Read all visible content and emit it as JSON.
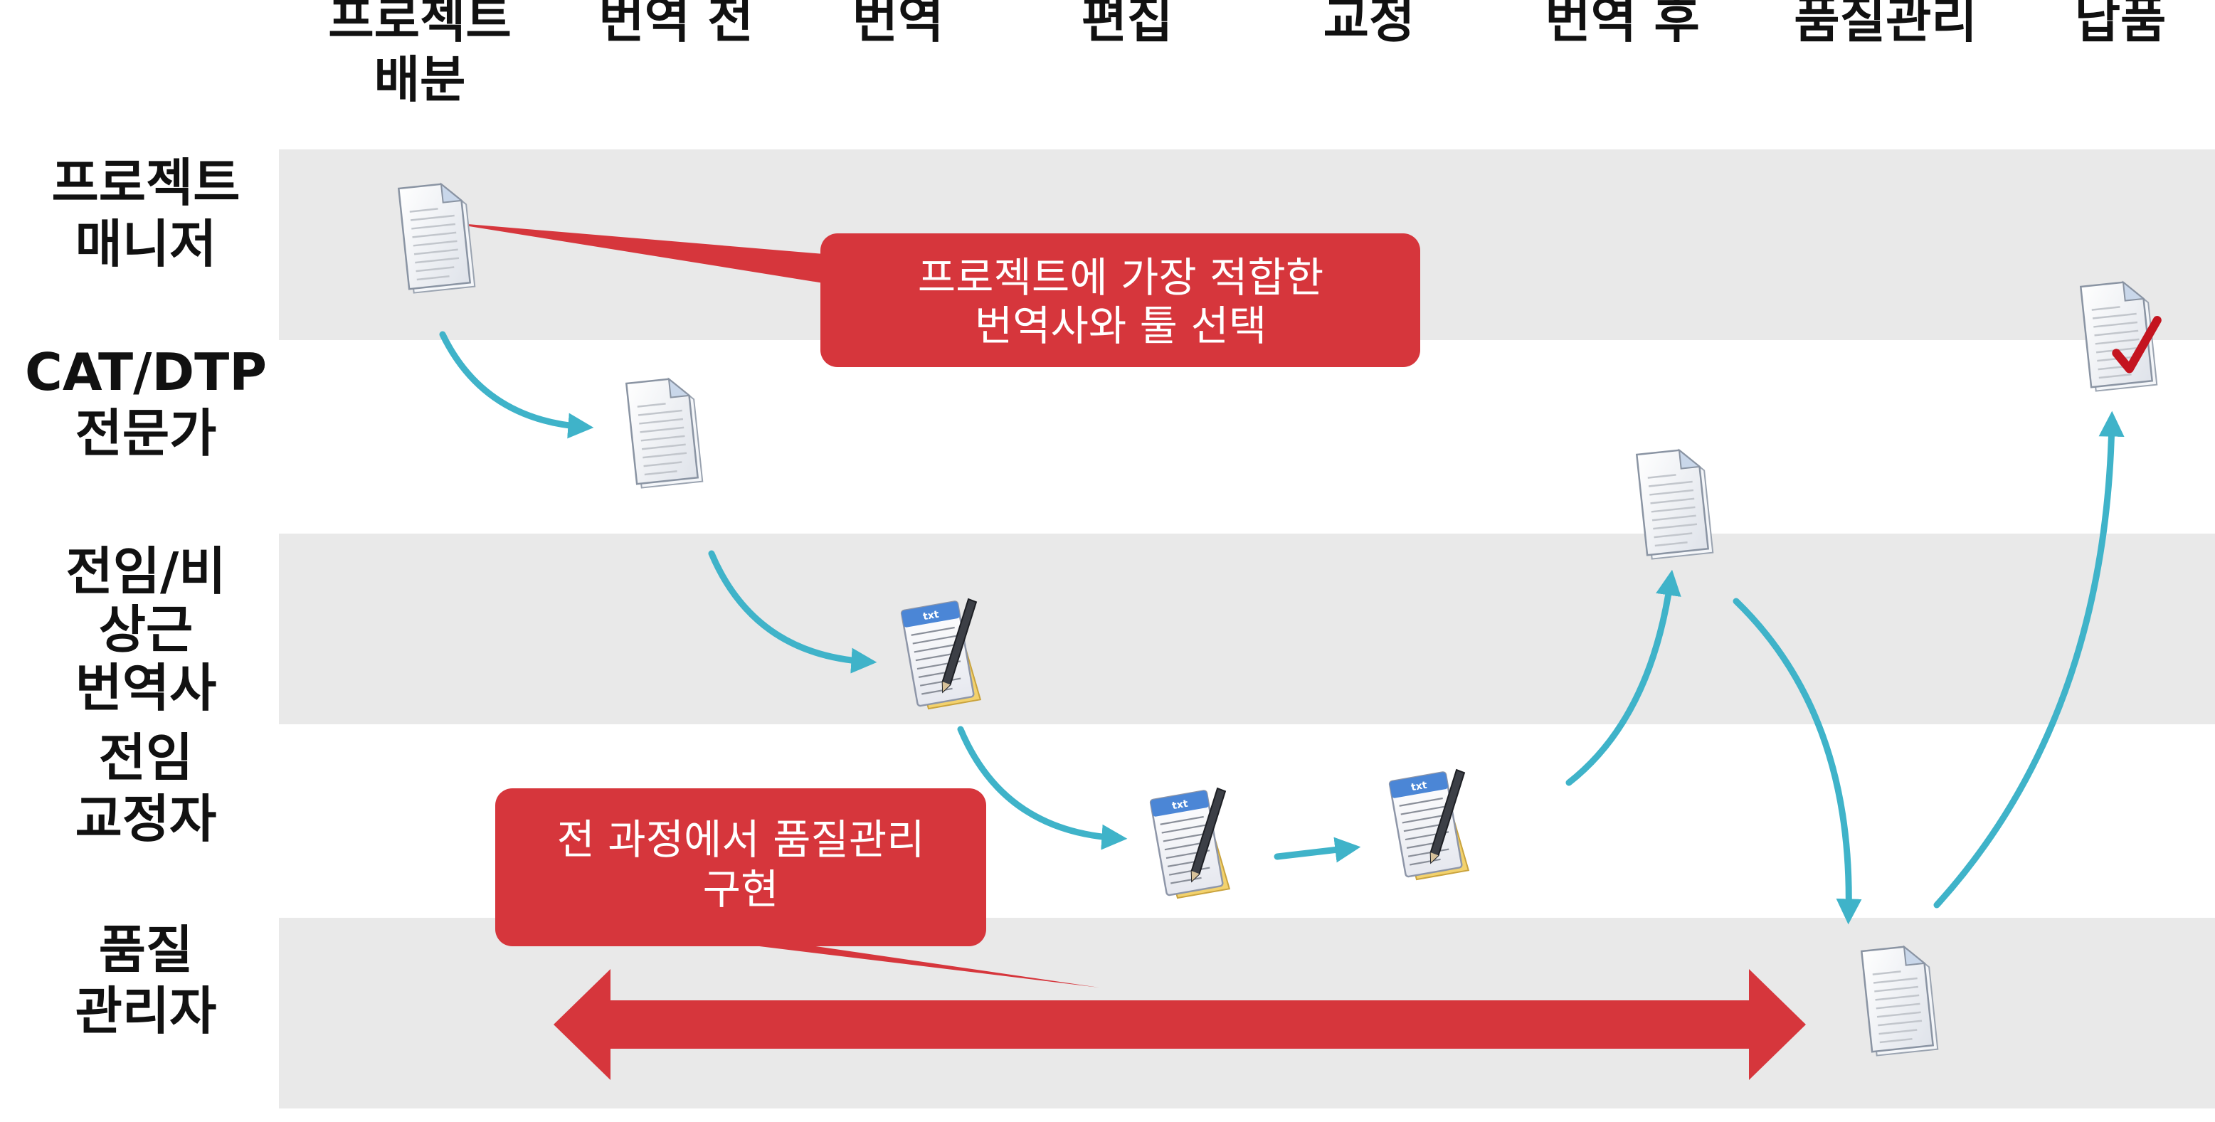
{
  "stages": [
    {
      "lines": [
        "프로젝트",
        "배분"
      ]
    },
    {
      "lines": [
        "번역 전"
      ]
    },
    {
      "lines": [
        "번역"
      ]
    },
    {
      "lines": [
        "편집"
      ]
    },
    {
      "lines": [
        "교정"
      ]
    },
    {
      "lines": [
        "번역 후"
      ]
    },
    {
      "lines": [
        "품질관리"
      ]
    },
    {
      "lines": [
        "납품"
      ]
    }
  ],
  "roles": [
    {
      "lines": [
        "프로젝트",
        "매니저"
      ]
    },
    {
      "lines": [
        "CAT/DTP",
        "전문가"
      ]
    },
    {
      "lines": [
        "전임/비",
        "상근",
        "번역사"
      ]
    },
    {
      "lines": [
        "전임",
        "교정자"
      ]
    },
    {
      "lines": [
        "품질",
        "관리자"
      ]
    }
  ],
  "callouts": {
    "top": {
      "lines": [
        "프로젝트에 가장 적합한",
        "번역사와 툴 선택"
      ]
    },
    "bottom": {
      "lines": [
        "전 과정에서 품질관리",
        "구현"
      ]
    }
  },
  "icon_labels": {
    "txt": "txt"
  },
  "colors": {
    "lane_shade": "#e9e9e9",
    "callout_red": "#d6363c",
    "flow_arrow": "#3fb3c9",
    "checkmark": "#c4141f"
  },
  "icons": [
    {
      "type": "doc-icon",
      "stage": "프로젝트 배분",
      "role": "프로젝트 매니저"
    },
    {
      "type": "doc-icon",
      "stage": "번역 전",
      "role": "CAT/DTP 전문가"
    },
    {
      "type": "txt-edit-icon",
      "stage": "번역",
      "role": "전임/비 상근 번역사"
    },
    {
      "type": "txt-edit-icon",
      "stage": "편집",
      "role": "전임 교정자"
    },
    {
      "type": "txt-edit-icon",
      "stage": "교정",
      "role": "전임 교정자"
    },
    {
      "type": "doc-icon",
      "stage": "번역 후",
      "role": "CAT/DTP 전문가"
    },
    {
      "type": "doc-icon",
      "stage": "품질관리",
      "role": "품질 관리자"
    },
    {
      "type": "doc-check-icon",
      "stage": "납품",
      "role": "프로젝트 매니저"
    }
  ]
}
